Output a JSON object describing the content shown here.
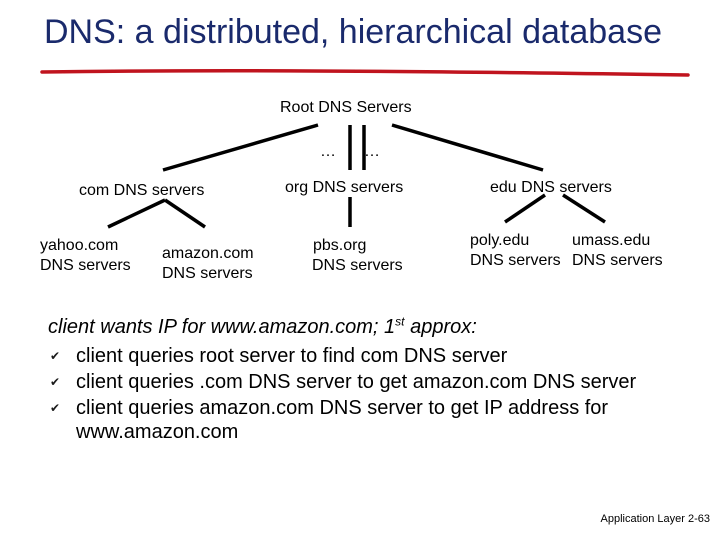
{
  "title": "DNS: a distributed, hierarchical database",
  "diagram": {
    "root": "Root DNS Servers",
    "ellipsis_left": "…",
    "ellipsis_right": "…",
    "com": "com DNS servers",
    "org": "org DNS servers",
    "edu": "edu DNS servers",
    "yahoo_line1": "yahoo.com",
    "yahoo_line2": "DNS servers",
    "amazon_line1": "amazon.com",
    "amazon_line2": "DNS servers",
    "pbs_line1": "pbs.org",
    "pbs_line2": "DNS servers",
    "poly_line1": "poly.edu",
    "poly_line2": "DNS servers",
    "umass_line1": "umass.edu",
    "umass_line2": "DNS servers"
  },
  "intro": {
    "before": "client wants IP for www.amazon.com; 1",
    "sup": "st",
    "after": " approx:"
  },
  "bullets": [
    "client queries root server to find com DNS server",
    "client queries .com DNS server to get amazon.com DNS server",
    "client queries amazon.com DNS server to get  IP address for www.amazon.com"
  ],
  "bullet_icon": "v-arrow-bullet-icon",
  "footer": "Application Layer 2-63",
  "colors": {
    "title": "#1a2a6c",
    "title_rule": "#c0141e",
    "lines": "#000000"
  }
}
